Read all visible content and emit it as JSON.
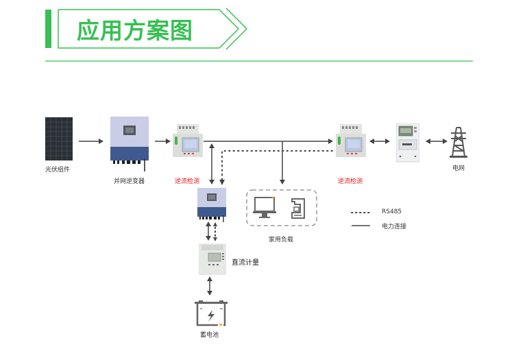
{
  "header": {
    "title": "应用方案图",
    "accent_color": "#37c053"
  },
  "nodes": {
    "pv_module": {
      "label": "光伏组件",
      "icon": "solar-panel-icon"
    },
    "grid_inverter": {
      "label": "并网逆变器",
      "icon": "inverter-icon"
    },
    "reverse_flow_detect_1": {
      "label": "逆流检测",
      "icon": "din-rail-meter-icon"
    },
    "reverse_flow_detect_2": {
      "label": "逆流检测",
      "icon": "din-rail-meter-icon"
    },
    "utility_meter": {
      "label": "",
      "icon": "utility-meter-icon"
    },
    "power_grid": {
      "label": "电网",
      "icon": "transmission-tower-icon"
    },
    "storage_inverter": {
      "label": "",
      "icon": "inverter-icon"
    },
    "household_load": {
      "label": "家用负载",
      "icon": "monitor-icon",
      "icon2": "coffee-machine-icon"
    },
    "dc_metering": {
      "label": "直流计量",
      "icon": "dc-meter-icon"
    },
    "battery": {
      "label": "蓄电池",
      "icon": "battery-icon"
    }
  },
  "legend": {
    "items": [
      {
        "style": "dotted",
        "label": "RS485"
      },
      {
        "style": "solid",
        "label": "电力连接"
      }
    ]
  },
  "colors": {
    "line": "#444444",
    "label_red": "#e0151b",
    "inverter_top": "#c9cde6",
    "inverter_bottom": "#3f5a8f"
  }
}
